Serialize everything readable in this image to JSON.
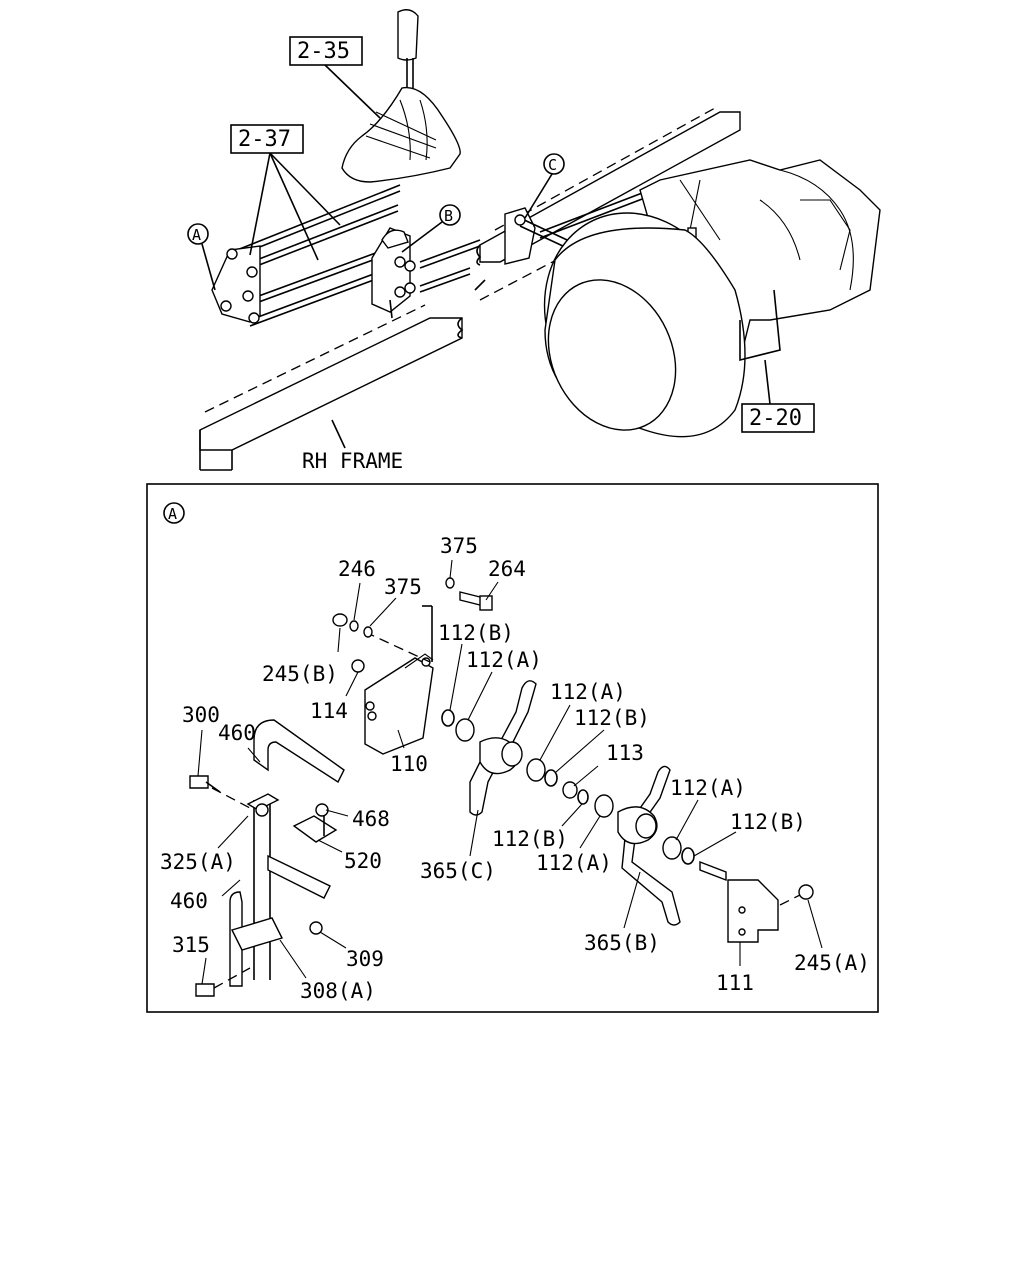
{
  "overview": {
    "refs": [
      "2-35",
      "2-37",
      "2-20"
    ],
    "markers": [
      "A",
      "B",
      "C"
    ],
    "frame_label": "RH FRAME"
  },
  "detail": {
    "marker": "A",
    "callouts": [
      "375",
      "246",
      "375",
      "264",
      "245(B)",
      "112(B)",
      "112(A)",
      "114",
      "110",
      "112(A)",
      "112(B)",
      "113",
      "300",
      "460",
      "468",
      "325(A)",
      "520",
      "365(C)",
      "112(B)",
      "112(A)",
      "112(A)",
      "112(B)",
      "460",
      "365(B)",
      "315",
      "309",
      "308(A)",
      "111",
      "245(A)"
    ]
  }
}
